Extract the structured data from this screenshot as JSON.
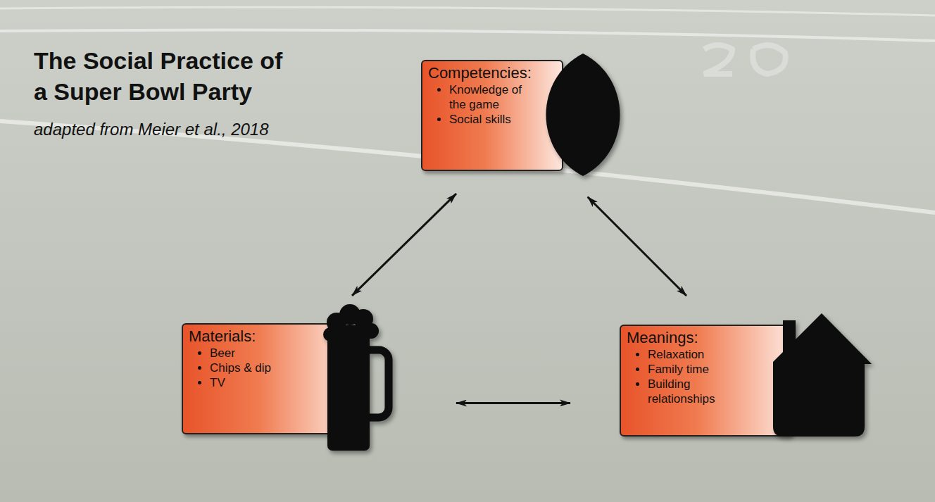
{
  "diagram": {
    "title": "The Social Practice of a Super Bowl Party",
    "nodes": [
      {
        "text": [
          "Competencies:",
          "Knowledge of the game",
          "Social skills"
        ]
      },
      {
        "text": [
          "Materials:",
          "Beer",
          "Chips & dip",
          "TV"
        ]
      },
      {
        "text": [
          "Meanings:",
          "Relaxation",
          "Family time",
          "Building relationships"
        ]
      }
    ],
    "edges": [
      {
        "from": 0,
        "to": 1,
        "arrow": "both"
      },
      {
        "from": 0,
        "to": 2,
        "arrow": "both"
      },
      {
        "from": 1,
        "to": 2,
        "arrow": "both"
      }
    ],
    "labels": [
      "adapted from Meier et al., 2018"
    ]
  }
}
